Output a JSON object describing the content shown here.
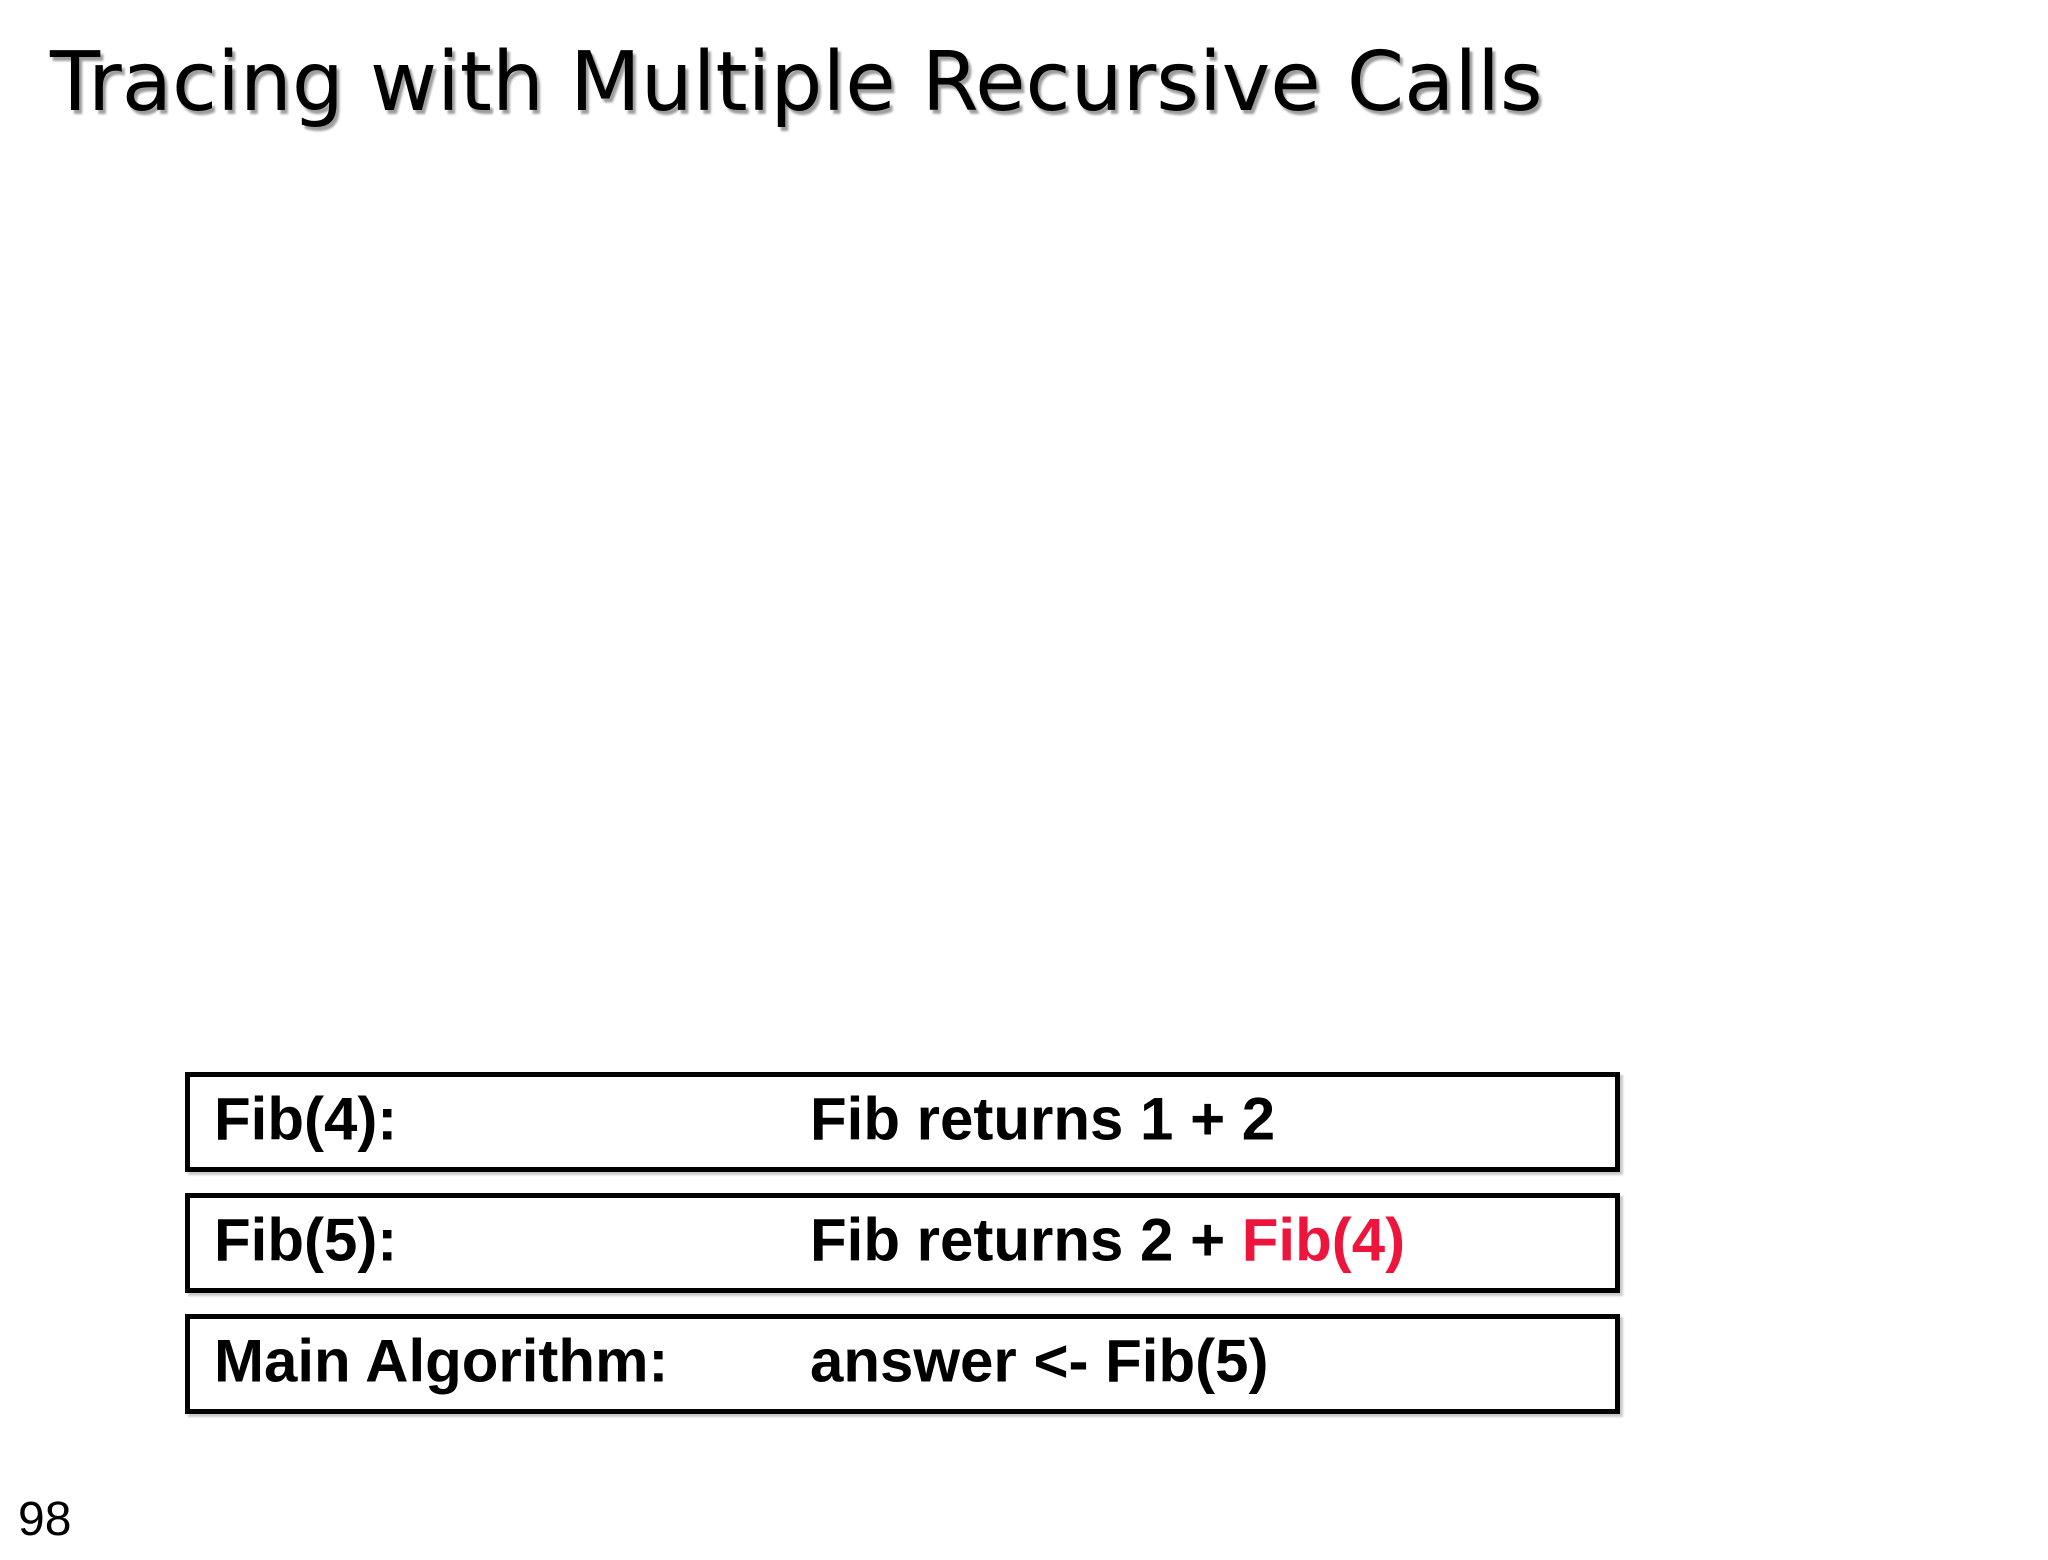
{
  "slide": {
    "title": "Tracing with Multiple Recursive Calls",
    "page_number": "98"
  },
  "stack": {
    "rows": [
      {
        "label": "Fib(4):",
        "value": "Fib returns 1 + 2",
        "highlight": ""
      },
      {
        "label": "Fib(5):",
        "value": "Fib returns 2 + ",
        "highlight": "Fib(4)"
      },
      {
        "label": "Main Algorithm:",
        "value": "answer <- Fib(5)",
        "highlight": ""
      }
    ]
  },
  "colors": {
    "highlight_red": "#ED153C",
    "title_shadow": "#9E9E9E",
    "border_black": "#000000"
  }
}
